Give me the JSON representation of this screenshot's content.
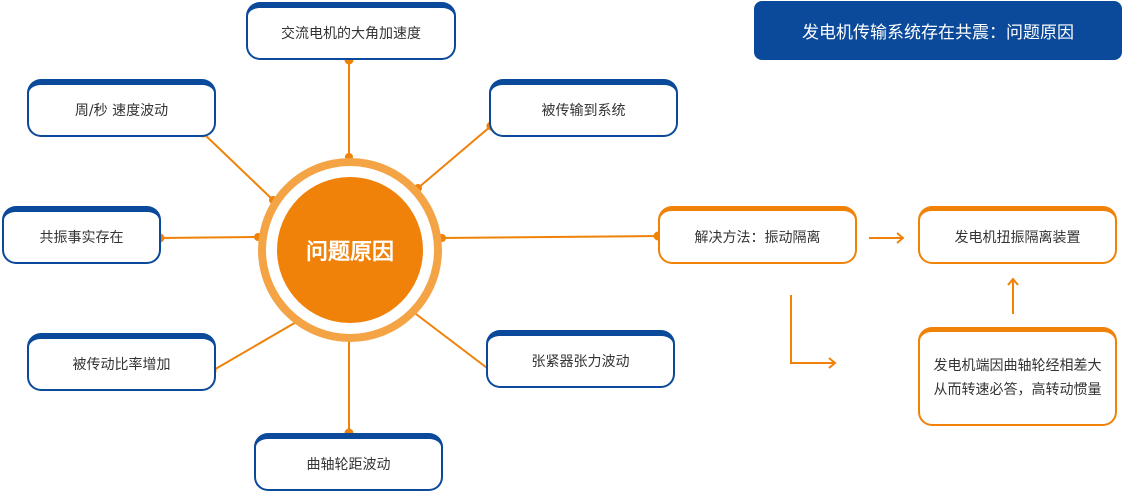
{
  "title": "发电机传输系统存在共震：问题原因",
  "hub": "问题原因",
  "colors": {
    "accent": "#f0820a",
    "brand": "#0b4a9a",
    "ring": "#f4a444"
  },
  "causes": [
    {
      "id": "top",
      "label": "交流电机的大角加速度"
    },
    {
      "id": "upper-left",
      "label": "周/秒  速度波动"
    },
    {
      "id": "upper-right",
      "label": "被传输到系统"
    },
    {
      "id": "left",
      "label": "共振事实存在"
    },
    {
      "id": "lower-left",
      "label": "被传动比率增加"
    },
    {
      "id": "lower-right",
      "label": "张紧器张力波动"
    },
    {
      "id": "bottom",
      "label": "曲轴轮距波动"
    }
  ],
  "solution": {
    "method": "解决方法：振动隔离",
    "device": "发电机扭振隔离装置",
    "reason_lines": [
      "发电机端因曲轴轮经相差大",
      "从而转速必答，高转动惯量"
    ]
  }
}
